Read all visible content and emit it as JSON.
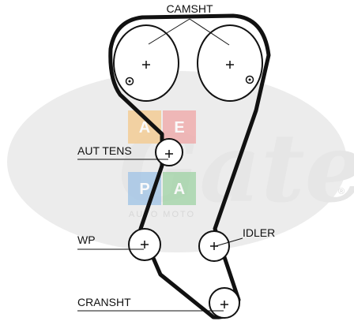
{
  "labels": {
    "camshaft": "CAMSHT",
    "tensioner": "AUT TENS",
    "water_pump": "WP",
    "idler": "IDLER",
    "crankshaft": "CRANSHT"
  },
  "watermark": {
    "brand": "Gates",
    "registered": "®",
    "tiles": [
      "A",
      "E",
      "P",
      "A"
    ],
    "caption": "AUTO MOTO",
    "colors": [
      "#f5c98a",
      "#f0a6a6",
      "#9ec3e6",
      "#9fd3a4"
    ]
  },
  "colors": {
    "belt": "#111111",
    "pulley": "#111111",
    "background": "#ffffff"
  }
}
